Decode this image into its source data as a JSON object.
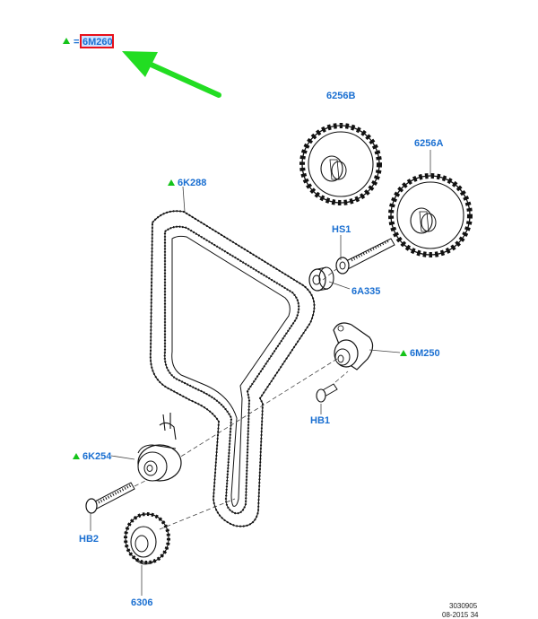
{
  "colors": {
    "label": "#1a6fd1",
    "marker": "#15c31a",
    "highlight_box": "#e8101a",
    "highlight_fill": "#cfe2ff",
    "arrow": "#22dd22",
    "line": "#111111",
    "leader": "#444444"
  },
  "legend": {
    "equals": "=",
    "code": "6M260"
  },
  "labels": {
    "belt": "6K288",
    "sprocket_b": "6256B",
    "sprocket_a": "6256A",
    "bolt_hs1": "HS1",
    "idler_pulley": "6A335",
    "tensioner": "6M250",
    "bolt_hb1": "HB1",
    "idler_assembly": "6K254",
    "bolt_hb2": "HB2",
    "crank_sprocket": "6306"
  },
  "footer": {
    "ref": "3030905",
    "date": "08-2015 34"
  }
}
